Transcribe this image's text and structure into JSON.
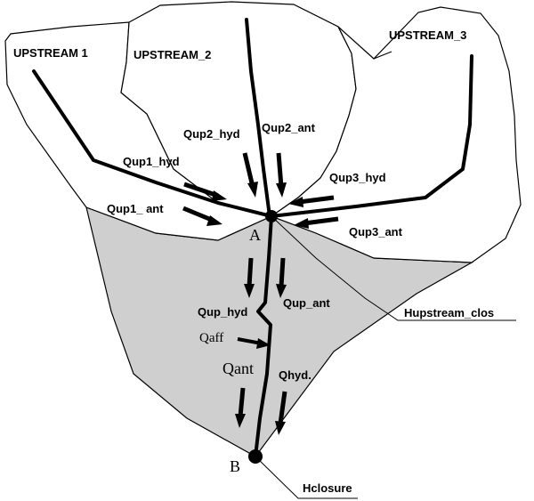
{
  "colors": {
    "outline": "#000000",
    "closure_fill": "#cfcfcf",
    "upstream_fill": "#ffffff",
    "river": "#000000"
  },
  "labels": {
    "upstream_1": "UPSTREAM 1",
    "upstream_2": "UPSTREAM_2",
    "upstream_3": "UPSTREAM_3",
    "qup1_hyd": "Qup1_hyd",
    "qup1_ant": "Qup1_ ant",
    "qup2_hyd": "Qup2_hyd",
    "qup2_ant": "Qup2_ant",
    "qup3_hyd": "Qup3_hyd",
    "qup3_ant": "Qup3_ant",
    "point_a": "A",
    "qup_hyd": "Qup_hyd",
    "qup_ant": "Qup_ant",
    "qaff": "Qaff",
    "qant": "Qant",
    "qhyd": "Qhyd.",
    "point_b": "B",
    "hupstream_clos": "Hupstream_clos",
    "hclosure": "Hclosure"
  }
}
